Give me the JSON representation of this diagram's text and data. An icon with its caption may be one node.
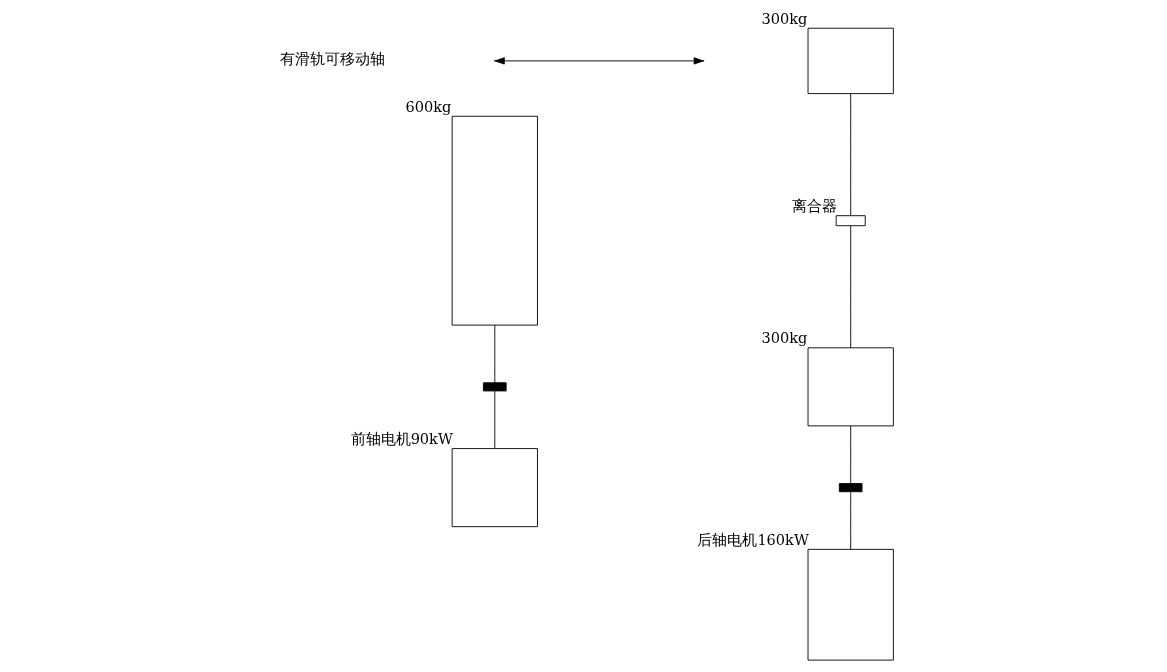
{
  "diagram": {
    "nodes": [
      {
        "text": [],
        "shape": "box",
        "beside": [
          "600kg"
        ]
      },
      {
        "text": [],
        "shape": "coupling"
      },
      {
        "text": [],
        "shape": "box",
        "beside": [
          "前轴电机90kW"
        ]
      },
      {
        "text": [],
        "shape": "box",
        "beside": [
          "300kg"
        ]
      },
      {
        "text": [],
        "shape": "clutch",
        "beside": [
          "离合器"
        ]
      },
      {
        "text": [],
        "shape": "box",
        "beside": [
          "300kg"
        ]
      },
      {
        "text": [],
        "shape": "coupling"
      },
      {
        "text": [],
        "shape": "box",
        "beside": [
          "后轴电机160kW"
        ]
      }
    ],
    "edges": [
      {
        "from": 0,
        "to": 1,
        "arrow": "none"
      },
      {
        "from": 1,
        "to": 2,
        "arrow": "none"
      },
      {
        "from": 3,
        "to": 4,
        "arrow": "none"
      },
      {
        "from": 4,
        "to": 5,
        "arrow": "none"
      },
      {
        "from": 5,
        "to": 6,
        "arrow": "none"
      },
      {
        "from": 6,
        "to": 7,
        "arrow": "none"
      }
    ],
    "labels": [
      "有滑轨可移动轴"
    ]
  }
}
